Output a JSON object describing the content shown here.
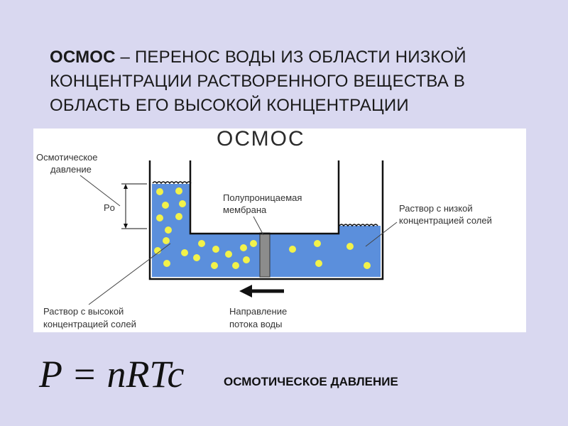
{
  "heading": {
    "term": "ОСМОС",
    "definition": " – ПЕРЕНОС ВОДЫ ИЗ ОБЛАСТИ НИЗКОЙ КОНЦЕНТРАЦИИ РАСТВОРЕННОГО ВЕЩЕСТВА В ОБЛАСТЬ ЕГО ВЫСОКОЙ КОНЦЕНТРАЦИИ"
  },
  "diagram": {
    "title": "ОСМОС",
    "labels": {
      "pressure_line1": "Осмотическое",
      "pressure_line2": "давление",
      "p0": "Po",
      "membrane_line1": "Полупроницаемая",
      "membrane_line2": "мембрана",
      "low_line1": "Раствор с низкой",
      "low_line2": "концентрацией солей",
      "high_line1": "Раствор с высокой",
      "high_line2": "концентрацией солей",
      "flow_line1": "Направление",
      "flow_line2": "потока воды"
    },
    "colors": {
      "solution": "#5b8fdc",
      "particle": "#f2f24a",
      "membrane": "#8c8c8c",
      "outline": "#111111"
    }
  },
  "formula": {
    "expression": "P = nRTc",
    "caption": "ОСМОТИЧЕСКОЕ ДАВЛЕНИЕ"
  }
}
